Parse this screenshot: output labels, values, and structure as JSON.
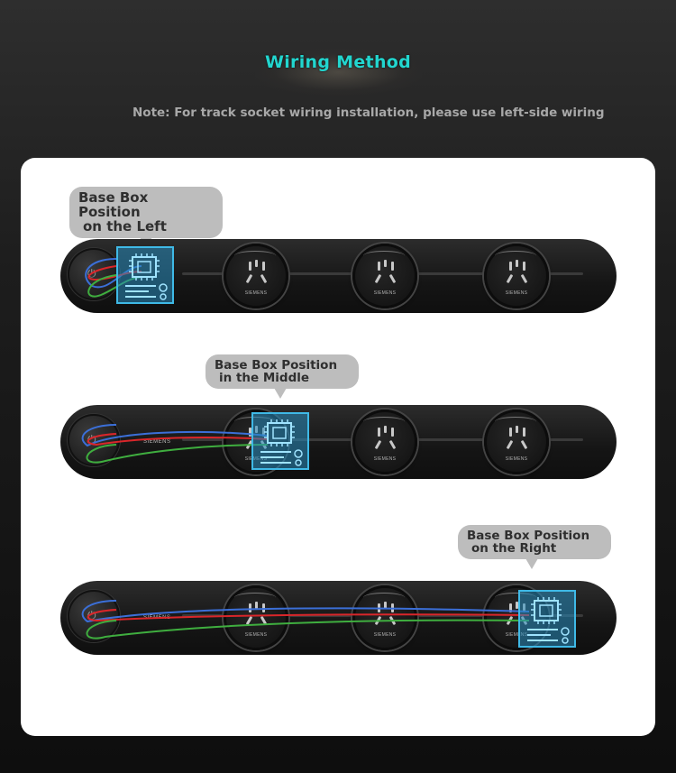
{
  "title": "Wiring Method",
  "note": "Note: For track socket wiring installation, please use left-side wiring",
  "colors": {
    "title": "#22d6cf",
    "bubble": "#bdbdbd",
    "chip_box": "#3fb9e6",
    "wire_red": "#d9262a",
    "wire_green": "#3fae3f",
    "wire_blue": "#3b6fd8"
  },
  "panels": [
    {
      "bubble_line1": "Base Box Position",
      "bubble_line2": "on the Left",
      "switch_icon": "power-icon",
      "socket_brand": "SIEMENS"
    },
    {
      "bubble_line1": "Base Box Position",
      "bubble_line2": "in the Middle",
      "switch_icon": "power-icon",
      "strip_brand": "SIEMENS",
      "socket_brand": "SIEMENS"
    },
    {
      "bubble_line1": "Base Box Position",
      "bubble_line2": "on the Right",
      "switch_icon": "power-icon",
      "strip_brand": "SIEMENS",
      "socket_brand": "SIEMENS"
    }
  ]
}
